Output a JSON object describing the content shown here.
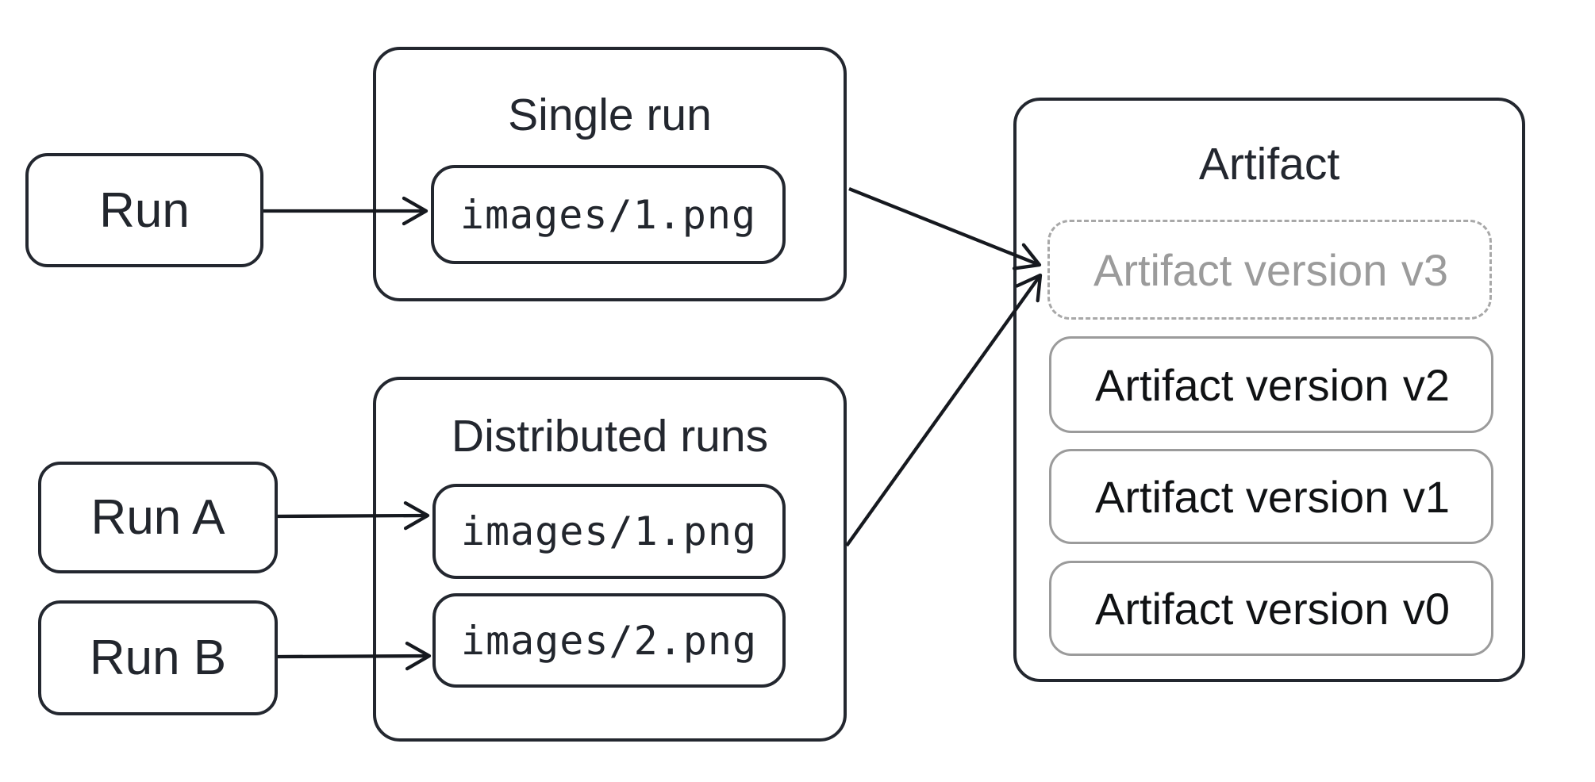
{
  "diagram": {
    "background": "#ffffff",
    "colors": {
      "stroke_dark": "#23272f",
      "text_dark": "#22262d",
      "stroke_gray": "#9b9b9b",
      "dashed_gray": "#a8a8a8",
      "text_gray": "#9b9b9b",
      "arrow": "#16191f"
    },
    "nodes": {
      "run": {
        "label": "Run"
      },
      "run_a": {
        "label": "Run A"
      },
      "run_b": {
        "label": "Run B"
      },
      "single_run": {
        "title": "Single run",
        "file": "images/1.png"
      },
      "distributed_runs": {
        "title": "Distributed runs",
        "files": [
          "images/1.png",
          "images/2.png"
        ]
      },
      "artifact": {
        "title": "Artifact",
        "versions": [
          {
            "label": "Artifact version",
            "tag": "v3",
            "state": "pending"
          },
          {
            "label": "Artifact version",
            "tag": "v2",
            "state": "committed"
          },
          {
            "label": "Artifact version",
            "tag": "v1",
            "state": "committed"
          },
          {
            "label": "Artifact version",
            "tag": "v0",
            "state": "committed"
          }
        ]
      }
    },
    "edges": [
      {
        "from": "run",
        "to": "single-run-file"
      },
      {
        "from": "run-a",
        "to": "distributed-file-1"
      },
      {
        "from": "run-b",
        "to": "distributed-file-2"
      },
      {
        "from": "single-run",
        "to": "artifact-version-v3"
      },
      {
        "from": "distributed-runs",
        "to": "artifact-version-v3"
      }
    ]
  }
}
